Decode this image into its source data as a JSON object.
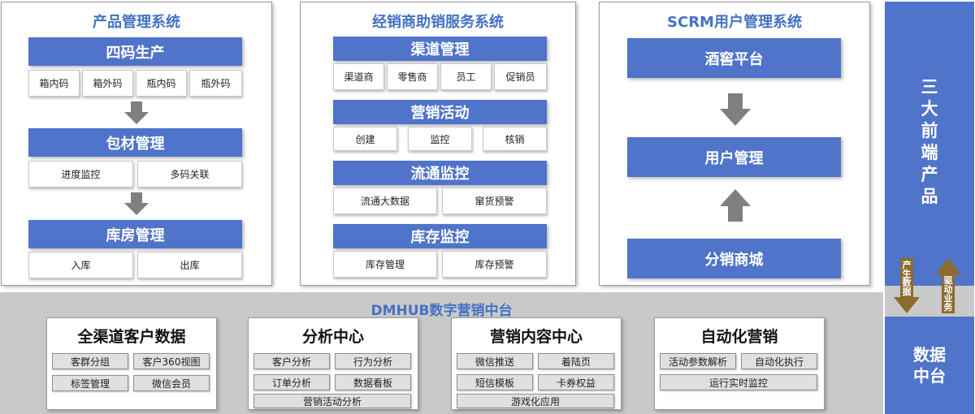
{
  "product_system": {
    "title": "产品管理系统",
    "code_production": {
      "label": "四码生产",
      "items": [
        "箱内码",
        "箱外码",
        "瓶内码",
        "瓶外码"
      ]
    },
    "packaging": {
      "label": "包材管理",
      "items": [
        "进度监控",
        "多码关联"
      ]
    },
    "warehouse": {
      "label": "库房管理",
      "items": [
        "入库",
        "出库"
      ]
    }
  },
  "dealer_system": {
    "title": "经销商助销服务系统",
    "channel": {
      "label": "渠道管理",
      "items": [
        "渠道商",
        "零售商",
        "员工",
        "促销员"
      ]
    },
    "marketing": {
      "label": "营销活动",
      "items": [
        "创建",
        "监控",
        "核销"
      ]
    },
    "circulation": {
      "label": "流通监控",
      "items": [
        "流通大数据",
        "窜货预警"
      ]
    },
    "inventory": {
      "label": "库存监控",
      "items": [
        "库存管理",
        "库存预警"
      ]
    }
  },
  "scrm_system": {
    "title": "SCRM用户管理系统",
    "cellar": "酒窖平台",
    "user_mgmt": "用户管理",
    "mall": "分销商城"
  },
  "dmhub": {
    "title": "DMHUB数字营销中台",
    "modules": [
      {
        "title": "全渠道客户数据",
        "items": [
          "客群分组",
          "客户360视图",
          "标签管理",
          "微信会员"
        ]
      },
      {
        "title": "分析中心",
        "items": [
          "客户分析",
          "行为分析",
          "订单分析",
          "数据看板",
          "营销活动分析"
        ]
      },
      {
        "title": "营销内容中心",
        "items": [
          "微信推送",
          "着陆页",
          "短信模板",
          "卡券权益",
          "游戏化应用"
        ]
      },
      {
        "title": "自动化营销",
        "items": [
          "活动参数解析",
          "自动化执行",
          "运行实时监控"
        ]
      }
    ]
  },
  "sidebar": {
    "front_label": "三大前端产品",
    "arrow_down_label": "产生数据",
    "arrow_up_label": "驱动业务",
    "data_center_label": "数据中台"
  },
  "colors": {
    "accent": "#4f74c9",
    "title_blue": "#4472c4",
    "arrow_gray": "#7f7f7f",
    "arrow_gold": "#8b6b2e"
  }
}
